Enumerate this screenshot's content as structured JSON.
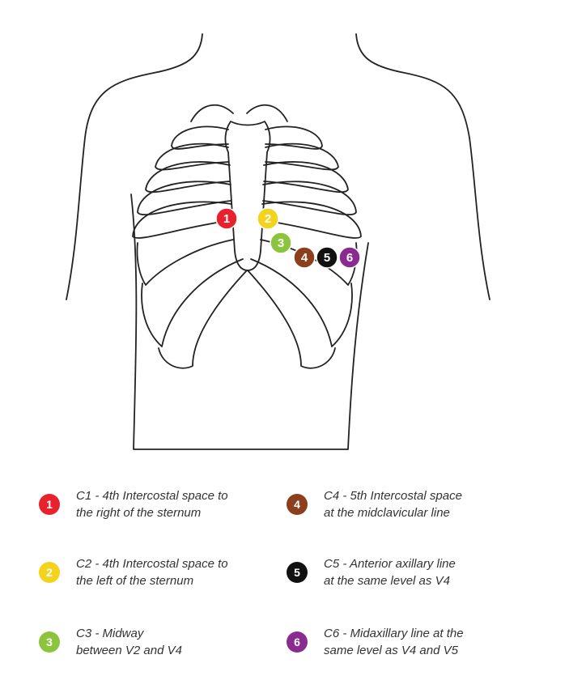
{
  "electrodes": [
    {
      "number": "1",
      "color": "#e8222d",
      "line1": "C1 - 4th Intercostal space to",
      "line2": "the right of the sternum"
    },
    {
      "number": "2",
      "color": "#f4d31c",
      "line1": "C2 - 4th Intercostal space to",
      "line2": "the left of the sternum"
    },
    {
      "number": "3",
      "color": "#8dc43e",
      "line1": "C3 - Midway",
      "line2": "between V2 and V4"
    },
    {
      "number": "4",
      "color": "#8b3f1d",
      "line1": "C4 - 5th Intercostal space",
      "line2": "at the midclavicular line"
    },
    {
      "number": "5",
      "color": "#111111",
      "line1": "C5 - Anterior axillary line",
      "line2": "at the same level as V4"
    },
    {
      "number": "6",
      "color": "#8a2b8f",
      "line1": "C6 - Midaxillary line at the",
      "line2": "same level as V4 and V5"
    }
  ]
}
